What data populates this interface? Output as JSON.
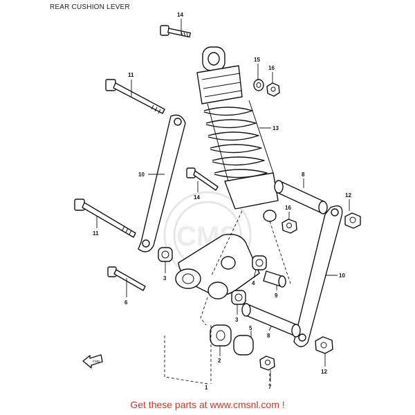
{
  "header": {
    "title": "REAR CUSHION LEVER"
  },
  "watermark": {
    "text": "CMS"
  },
  "callouts": [
    {
      "id": "c14a",
      "label": "14"
    },
    {
      "id": "c15",
      "label": "15"
    },
    {
      "id": "c16a",
      "label": "16"
    },
    {
      "id": "c11a",
      "label": "11"
    },
    {
      "id": "c13",
      "label": "13"
    },
    {
      "id": "c10a",
      "label": "10"
    },
    {
      "id": "c14b",
      "label": "14"
    },
    {
      "id": "c8a",
      "label": "8"
    },
    {
      "id": "c12a",
      "label": "12"
    },
    {
      "id": "c16b",
      "label": "16"
    },
    {
      "id": "c11b",
      "label": "11"
    },
    {
      "id": "c10b",
      "label": "10"
    },
    {
      "id": "c3a",
      "label": "3"
    },
    {
      "id": "c4",
      "label": "4"
    },
    {
      "id": "c9",
      "label": "9"
    },
    {
      "id": "c6",
      "label": "6"
    },
    {
      "id": "c3b",
      "label": "3"
    },
    {
      "id": "c5",
      "label": "5"
    },
    {
      "id": "c8b",
      "label": "8"
    },
    {
      "id": "c2",
      "label": "2"
    },
    {
      "id": "c1",
      "label": "1"
    },
    {
      "id": "c7",
      "label": "7"
    },
    {
      "id": "c12b",
      "label": "12"
    }
  ],
  "front_marker": {
    "text": "FWD"
  },
  "footer": {
    "link_text": "Get these parts at www.cmsnl.com !"
  }
}
